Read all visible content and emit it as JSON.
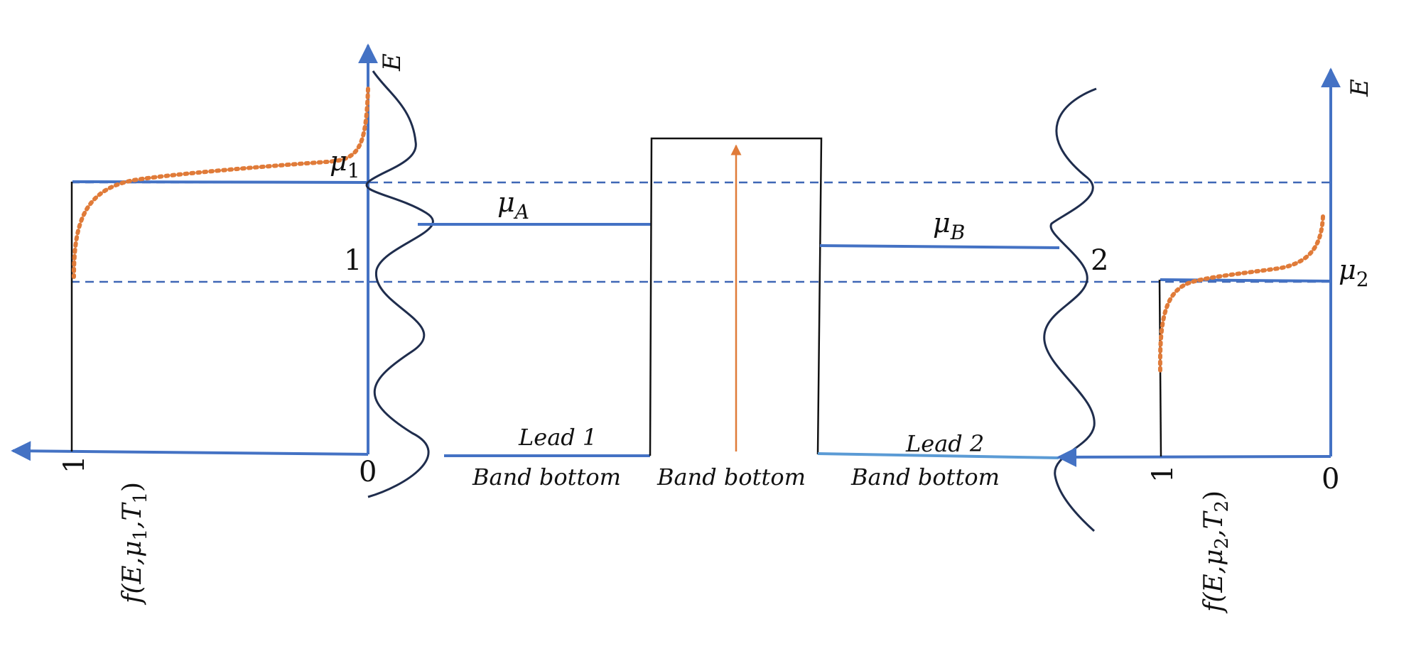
{
  "colors": {
    "axis": "#4472C4",
    "curve": "#1F2D4D",
    "fermi": "#E07B39",
    "dash": "#3F67B6",
    "lead2": "#5B9BD5",
    "black": "#111111"
  },
  "labels": {
    "e_left": "E",
    "e_right": "E",
    "mu1_base": "μ",
    "mu1_sub": "1",
    "mu2_base": "μ",
    "mu2_sub": "2",
    "muA_base": "μ",
    "muA_sub": "A",
    "muB_base": "μ",
    "muB_sub": "B",
    "num_one_mid": "1",
    "num_two_mid": "2",
    "tick_left_one": "1",
    "tick_left_zero": "0",
    "tick_right_one": "1",
    "tick_right_zero": "0",
    "lead1": "Lead 1",
    "lead2": "Lead 2",
    "band_bottom_1": "Band bottom",
    "band_bottom_barrier": "Band bottom",
    "band_bottom_2": "Band bottom",
    "fermi_left_a": "f",
    "fermi_left_b": "(E,μ",
    "fermi_left_sub": "1",
    "fermi_left_c": ",T",
    "fermi_left_sub2": "1",
    "fermi_left_d": ")",
    "fermi_right_a": "f",
    "fermi_right_b": "(E,μ",
    "fermi_right_sub": "2",
    "fermi_right_c": ",T",
    "fermi_right_sub2": "2",
    "fermi_right_d": ")"
  }
}
